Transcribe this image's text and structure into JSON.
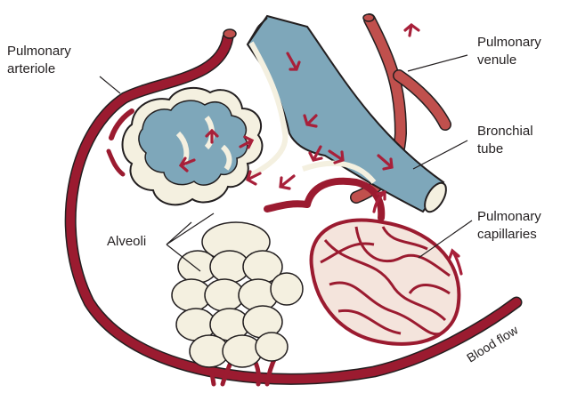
{
  "labels": {
    "pulmonary_arteriole": [
      "Pulmonary",
      "arteriole"
    ],
    "pulmonary_venule": [
      "Pulmonary",
      "venule"
    ],
    "bronchial_tube": [
      "Bronchial",
      "tube"
    ],
    "alveoli": "Alveoli",
    "pulmonary_capillaries": [
      "Pulmonary",
      "capillaries"
    ],
    "blood_flow": "Blood flow"
  },
  "colors": {
    "artery": "#9b1b30",
    "venule": "#c0504d",
    "bronchus": "#7ea7ba",
    "alveolus": "#f4f0e0",
    "outline": "#231f20",
    "arrow": "#a8203a"
  }
}
